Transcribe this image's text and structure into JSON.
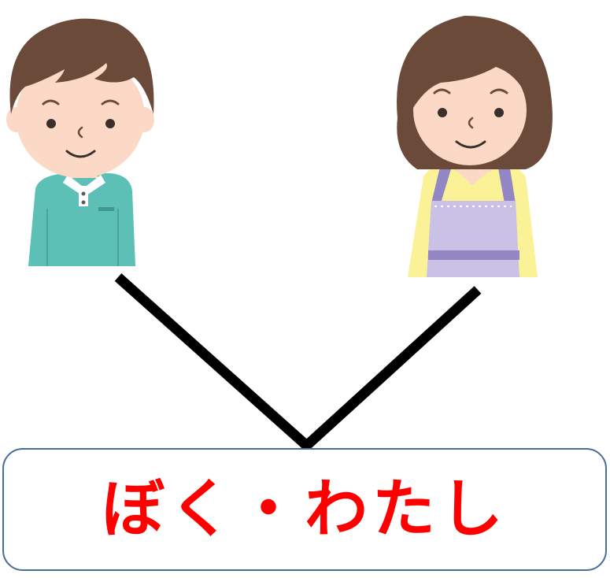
{
  "figures": [
    {
      "role": "boy",
      "icon": "boy-icon"
    },
    {
      "role": "woman",
      "icon": "woman-icon"
    }
  ],
  "label": {
    "text": "ぼく・わたし",
    "color": "#ff0000",
    "border_color": "#4a6d96"
  },
  "colors": {
    "hair": "#6b4a3a",
    "skin": "#fbd9c6",
    "boy_shirt": "#5cc0b6",
    "apron": "#c9c2e6",
    "apron_band": "#9287c4",
    "woman_shirt": "#fbf197",
    "connector": "#000000"
  }
}
